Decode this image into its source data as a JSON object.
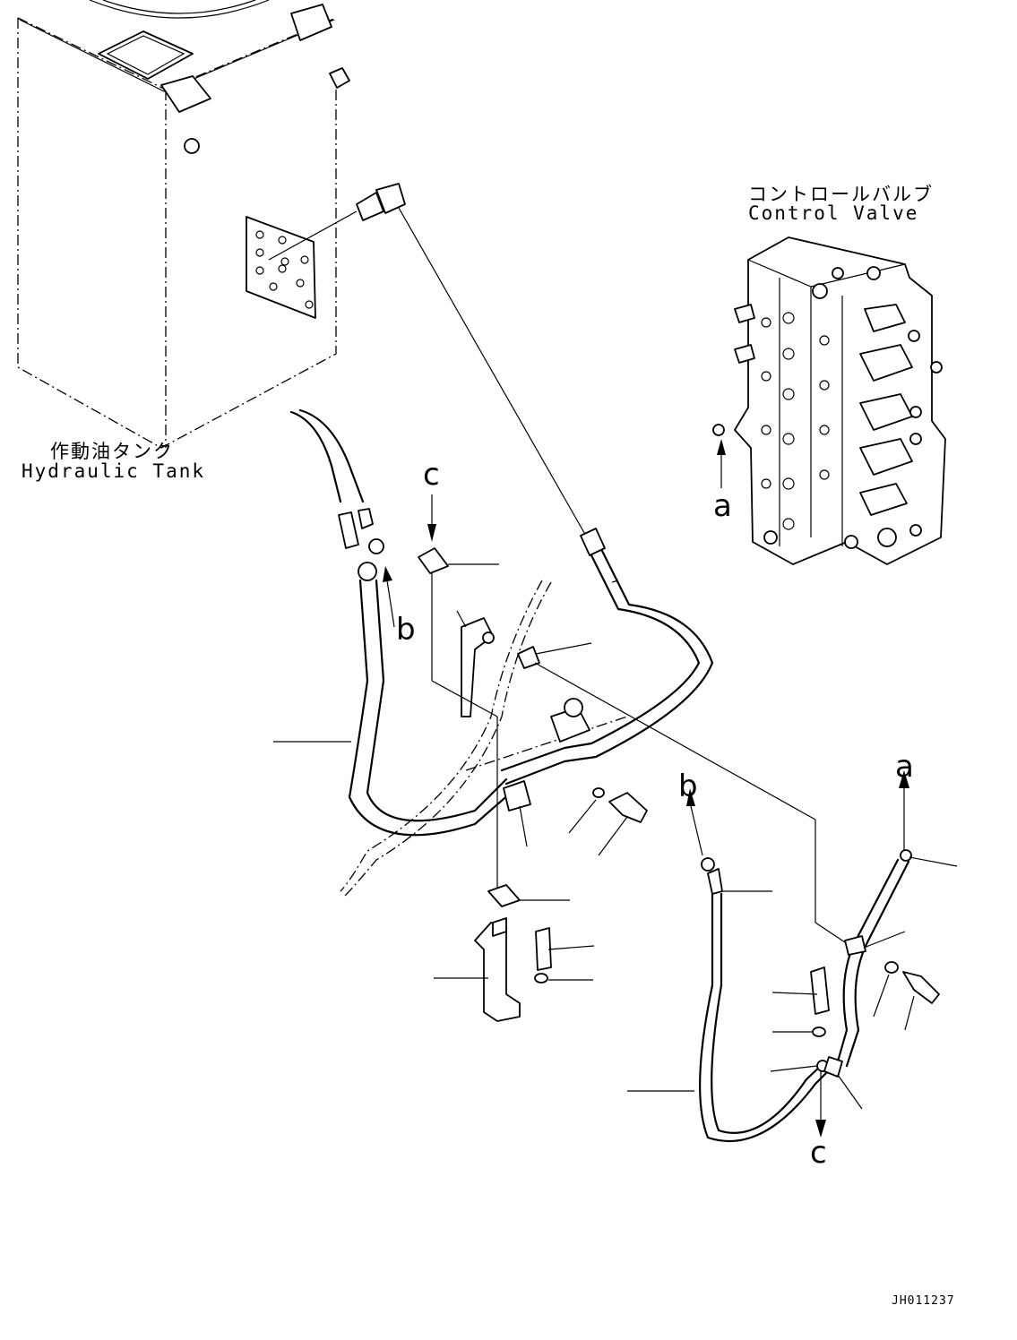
{
  "labels": {
    "tank_jp": "作動油タンク",
    "tank_en": "Hydraulic Tank",
    "valve_jp": "コントロールバルブ",
    "valve_en": "Control Valve",
    "drawing_code": "JH011237"
  },
  "callouts": {
    "a_valve": "a",
    "b_tank": "b",
    "c_top": "c",
    "b_right": "b",
    "a_right": "a",
    "c_bottom": "c"
  }
}
